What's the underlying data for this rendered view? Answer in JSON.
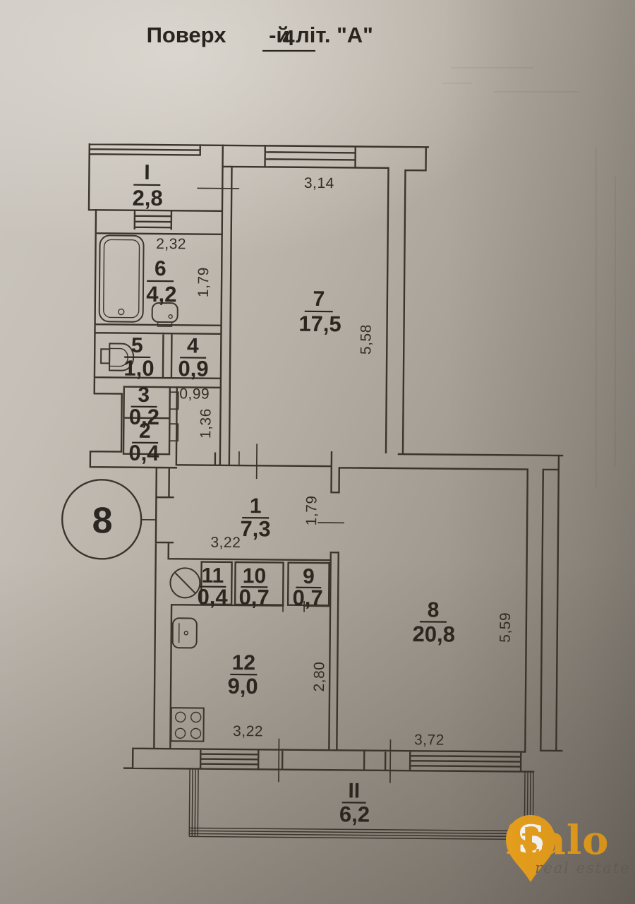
{
  "title": {
    "label": "Поверх",
    "floor": "4",
    "suffix": "-й літ. \"А\""
  },
  "stair_badge": {
    "number": "8"
  },
  "rooms": {
    "balcony_I": {
      "num": "I",
      "area": "2,8"
    },
    "room_1": {
      "num": "1",
      "area": "7,3"
    },
    "room_2": {
      "num": "2",
      "area": "0,4"
    },
    "room_3": {
      "num": "3",
      "area": "0,2"
    },
    "room_4": {
      "num": "4",
      "area": "0,9"
    },
    "room_5": {
      "num": "5",
      "area": "1,0"
    },
    "room_6": {
      "num": "6",
      "area": "4,2"
    },
    "room_7": {
      "num": "7",
      "area": "17,5"
    },
    "room_8": {
      "num": "8",
      "area": "20,8"
    },
    "room_9": {
      "num": "9",
      "area": "0,7"
    },
    "room_10": {
      "num": "10",
      "area": "0,7"
    },
    "room_11": {
      "num": "11",
      "area": "0,4"
    },
    "room_12": {
      "num": "12",
      "area": "9,0"
    },
    "balcony_II": {
      "num": "II",
      "area": "6,2"
    }
  },
  "dimensions": {
    "bath_width": "2,32",
    "bath_depth": "1,79",
    "room7_width": "3,14",
    "room7_depth": "5,58",
    "duct_width": "0,99",
    "duct_depth": "1,36",
    "hall_width": "3,22",
    "hall_opening": "1,79",
    "room8_depth": "5,59",
    "room8_width": "3,72",
    "kitchen_width": "3,22",
    "kitchen_depth": "2,80"
  },
  "logo": {
    "initial": "S",
    "wordmark": "italo",
    "tagline": "real estate"
  },
  "colors": {
    "ink": "#3a342c",
    "logo_orange": "#EDA31C",
    "tagline_gray": "#6b655c"
  }
}
